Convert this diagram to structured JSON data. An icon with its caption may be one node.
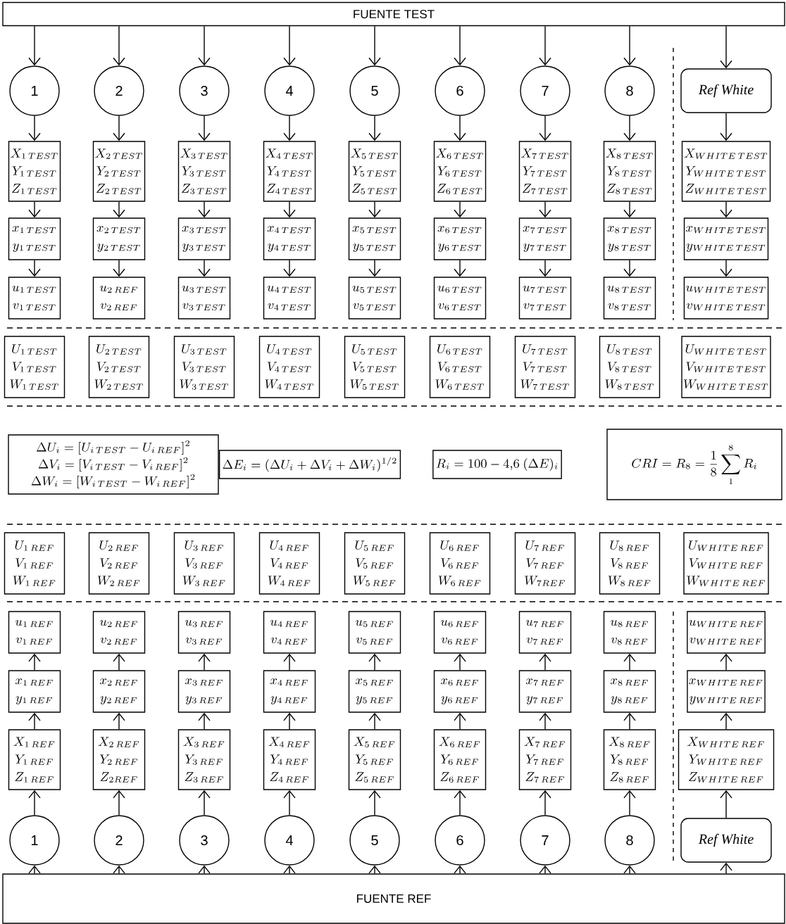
{
  "diagram": {
    "nodes": [
      {
        "text": [
          "FUENTE TEST"
        ]
      },
      {
        "text": [
          "1"
        ]
      },
      {
        "text": [
          "2"
        ]
      },
      {
        "text": [
          "3"
        ]
      },
      {
        "text": [
          "4"
        ]
      },
      {
        "text": [
          "5"
        ]
      },
      {
        "text": [
          "6"
        ]
      },
      {
        "text": [
          "7"
        ]
      },
      {
        "text": [
          "8"
        ]
      },
      {
        "text": [
          "Ref White"
        ]
      },
      {
        "text": [
          "X_{1\\,TEST}",
          "Y_{1\\,TEST}",
          "Z_{1\\,TEST}"
        ]
      },
      {
        "text": [
          "X_{2\\,TEST}",
          "Y_{2\\,TEST}",
          "Z_{2\\,TEST}"
        ]
      },
      {
        "text": [
          "X_{3\\,TEST}",
          "Y_{3\\,TEST}",
          "Z_{3\\,TEST}"
        ]
      },
      {
        "text": [
          "X_{4\\,TEST}",
          "Y_{4\\,TEST}",
          "Z_{4\\,TEST}"
        ]
      },
      {
        "text": [
          "X_{5\\,TEST}",
          "Y_{5\\,TEST}",
          "Z_{5\\,TEST}"
        ]
      },
      {
        "text": [
          "X_{6\\,TEST}",
          "Y_{6\\,TEST}",
          "Z_{6\\,TEST}"
        ]
      },
      {
        "text": [
          "X_{7\\,TEST}",
          "Y_{7\\,TEST}",
          "Z_{7\\,TEST}"
        ]
      },
      {
        "text": [
          "X_{8\\,TEST}",
          "Y_{8\\,TEST}",
          "Z_{8\\,TEST}"
        ]
      },
      {
        "text": [
          "X_{WHITE\\,TEST}",
          "Y_{WHITE\\,TEST}",
          "Z_{WHITE\\,TEST}"
        ]
      },
      {
        "text": [
          "x_{1\\,TEST}",
          "y_{1\\,TEST}"
        ]
      },
      {
        "text": [
          "x_{2\\,TEST}",
          "y_{2\\,TEST}"
        ]
      },
      {
        "text": [
          "x_{3\\,TEST}",
          "y_{3\\,TEST}"
        ]
      },
      {
        "text": [
          "x_{4\\,TEST}",
          "y_{4\\,TEST}"
        ]
      },
      {
        "text": [
          "x_{5\\,TEST}",
          "y_{5\\,TEST}"
        ]
      },
      {
        "text": [
          "x_{6\\,TEST}",
          "y_{6\\,TEST}"
        ]
      },
      {
        "text": [
          "x_{7\\,TEST}",
          "y_{7\\,TEST}"
        ]
      },
      {
        "text": [
          "x_{8\\,TEST}",
          "y_{8\\,TEST}"
        ]
      },
      {
        "text": [
          "x_{WHITE\\,TEST}",
          "y_{WHITE\\,TEST}"
        ]
      },
      {
        "text": [
          "u_{1\\,TEST}",
          "v_{1\\,TEST}"
        ]
      },
      {
        "text": [
          "u_{2\\,REF}",
          "v_{2\\,REF}"
        ]
      },
      {
        "text": [
          "u_{3\\,TEST}",
          "v_{3\\,TEST}"
        ]
      },
      {
        "text": [
          "u_{4\\,TEST}",
          "v_{4\\,TEST}"
        ]
      },
      {
        "text": [
          "u_{5\\,TEST}",
          "v_{5\\,TEST}"
        ]
      },
      {
        "text": [
          "u_{6\\,TEST}",
          "v_{6\\,TEST}"
        ]
      },
      {
        "text": [
          "u_{7\\,TEST}",
          "v_{7\\,TEST}"
        ]
      },
      {
        "text": [
          "u_{8\\,TEST}",
          "v_{8\\,TEST}"
        ]
      },
      {
        "text": [
          "u_{WHITE\\,TEST}",
          "v_{WHITE\\,TEST}"
        ]
      },
      {
        "text": [
          "U_{1\\,TEST}",
          "V_{1\\,TEST}",
          "W_{1\\,TEST}"
        ]
      },
      {
        "text": [
          "U_{2\\,TEST}",
          "V_{2\\,TEST}",
          "W_{2\\,TEST}"
        ]
      },
      {
        "text": [
          "U_{3\\,TEST}",
          "V_{3\\,TEST}",
          "W_{3\\,TEST}"
        ]
      },
      {
        "text": [
          "U_{4\\,TEST}",
          "V_{4\\,TEST}",
          "W_{4\\,TEST}"
        ]
      },
      {
        "text": [
          "U_{5\\,TEST}",
          "V_{5\\,TEST}",
          "W_{5\\,TEST}"
        ]
      },
      {
        "text": [
          "U_{6\\,TEST}",
          "V_{6\\,TEST}",
          "W_{6\\,TEST}"
        ]
      },
      {
        "text": [
          "U_{7\\,TEST}",
          "V_{7\\,TEST}",
          "W_{7\\,TEST}"
        ]
      },
      {
        "text": [
          "U_{8\\,TEST}",
          "V_{8\\,TEST}",
          "W_{8\\,TEST}"
        ]
      },
      {
        "text": [
          "U_{WHITE\\,TEST}",
          "V_{WHITE\\,TEST}",
          "W_{WHITE\\,TEST}"
        ]
      },
      {
        "text": [
          "\\Delta U_i = [U_{i\\,TEST} - U_{i\\,REF}]^2",
          "\\Delta V_i = [V_{i\\,TEST} - V_{i\\,REF}]^2",
          "\\Delta W_i = [W_{i\\,TEST} - W_{i\\,REF}]^2"
        ]
      },
      {
        "text": [
          "\\Delta E_i = (\\Delta U_i + \\Delta V_i + \\Delta W_i)^{1/2}"
        ]
      },
      {
        "text": [
          "R_i = 100 - 4{,}6\\ (\\Delta E)_i"
        ]
      },
      {
        "text": [
          "CRI = R_8 = \\frac{1}{8}\\sum_{1}^{8} R_i"
        ]
      },
      {
        "text": [
          "U_{1\\,REF}",
          "V_{1\\,REF}",
          "W_{1\\,REF}"
        ]
      },
      {
        "text": [
          "U_{2\\,REF}",
          "V_{2\\,REF}",
          "W_{2\\,REF}"
        ]
      },
      {
        "text": [
          "U_{3\\,REF}",
          "V_{3\\,REF}",
          "W_{3\\,REF}"
        ]
      },
      {
        "text": [
          "U_{4\\,REF}",
          "V_{4\\,REF}",
          "W_{4\\,REF}"
        ]
      },
      {
        "text": [
          "U_{5\\,REF}",
          "V_{5\\,REF}",
          "W_{5\\,REF}"
        ]
      },
      {
        "text": [
          "U_{6\\,REF}",
          "V_{6\\,REF}",
          "W_{6\\,REF}"
        ]
      },
      {
        "text": [
          "U_{7\\,REF}",
          "V_{7\\,REF}",
          "W_{7REF}"
        ]
      },
      {
        "text": [
          "U_{8\\,REF}",
          "V_{8\\,REF}",
          "W_{8\\,REF}"
        ]
      },
      {
        "text": [
          "U_{WHITE\\,REF}",
          "V_{WHITE\\,REF}",
          "W_{WHITE\\,REF}"
        ]
      },
      {
        "text": [
          "u_{1\\,REF}",
          "v_{1\\,REF}"
        ]
      },
      {
        "text": [
          "u_{2\\,REF}",
          "v_{2\\,REF}"
        ]
      },
      {
        "text": [
          "u_{3\\,REF}",
          "v_{3\\,REF}"
        ]
      },
      {
        "text": [
          "u_{4\\,REF}",
          "v_{4\\,REF}"
        ]
      },
      {
        "text": [
          "u_{5\\,REF}",
          "v_{5\\,REF}"
        ]
      },
      {
        "text": [
          "u_{6\\,REF}",
          "v_{6\\,REF}"
        ]
      },
      {
        "text": [
          "u_{7\\,REF}",
          "v_{7\\,REF}"
        ]
      },
      {
        "text": [
          "u_{8\\,REF}",
          "v_{8\\,REF}"
        ]
      },
      {
        "text": [
          "u_{WHITE\\,REF}",
          "v_{WHITE\\,REF}"
        ]
      },
      {
        "text": [
          "x_{1\\,REF}",
          "y_{1\\,REF}"
        ]
      },
      {
        "text": [
          "x_{2\\,REF}",
          "y_{2\\,REF}"
        ]
      },
      {
        "text": [
          "x_{3\\,REF}",
          "y_{3\\,REF}"
        ]
      },
      {
        "text": [
          "x_{4\\,REF}",
          "y_{4\\,REF}"
        ]
      },
      {
        "text": [
          "x_{5\\,REF}",
          "y_{5\\,REF}"
        ]
      },
      {
        "text": [
          "x_{6\\,REF}",
          "y_{6\\,REF}"
        ]
      },
      {
        "text": [
          "x_{7\\,REF}",
          "y_{7\\,REF}"
        ]
      },
      {
        "text": [
          "x_{8\\,REF}",
          "y_{8\\,REF}"
        ]
      },
      {
        "text": [
          "x_{WHITE\\,REF}",
          "y_{WHITE\\,REF}"
        ]
      },
      {
        "text": [
          "X_{1\\,REF}",
          "Y_{1\\,REF}",
          "Z_{1\\,REF}"
        ]
      },
      {
        "text": [
          "X_{2\\,REF}",
          "Y_{2\\,REF}",
          "Z_{2REF}"
        ]
      },
      {
        "text": [
          "X_{3\\,REF}",
          "Y_{3\\,REF}",
          "Z_{3\\,REF}"
        ]
      },
      {
        "text": [
          "X_{4\\,REF}",
          "Y_{4\\,REF}",
          "Z_{4\\,REF}"
        ]
      },
      {
        "text": [
          "X_{5\\,REF}",
          "Y_{5\\,REF}",
          "Z_{5\\,REF}"
        ]
      },
      {
        "text": [
          "X_{6\\,REF}",
          "Y_{6\\,REF}",
          "Z_{6\\,REF}"
        ]
      },
      {
        "text": [
          "X_{7\\,REF}",
          "Y_{7\\,REF}",
          "Z_{7\\,REF}"
        ]
      },
      {
        "text": [
          "X_{8\\,REF}",
          "Y_{8\\,REF}",
          "Z_{8\\,REF}"
        ]
      },
      {
        "text": [
          "X_{WHITE\\,REF}",
          "Y_{WHITE\\,REF}",
          "Z_{WHITE\\,REF}"
        ]
      },
      {
        "text": [
          "1"
        ]
      },
      {
        "text": [
          "2"
        ]
      },
      {
        "text": [
          "3"
        ]
      },
      {
        "text": [
          "4"
        ]
      },
      {
        "text": [
          "5"
        ]
      },
      {
        "text": [
          "6"
        ]
      },
      {
        "text": [
          "7"
        ]
      },
      {
        "text": [
          "8"
        ]
      },
      {
        "text": [
          "Ref White"
        ]
      },
      {
        "text": [
          "FUENTE REF"
        ]
      }
    ],
    "edges": [
      {
        "from": 0,
        "to": 1,
        "arrow": "to"
      },
      {
        "from": 0,
        "to": 2,
        "arrow": "to"
      },
      {
        "from": 0,
        "to": 3,
        "arrow": "to"
      },
      {
        "from": 0,
        "to": 4,
        "arrow": "to"
      },
      {
        "from": 0,
        "to": 5,
        "arrow": "to"
      },
      {
        "from": 0,
        "to": 6,
        "arrow": "to"
      },
      {
        "from": 0,
        "to": 7,
        "arrow": "to"
      },
      {
        "from": 0,
        "to": 8,
        "arrow": "to"
      },
      {
        "from": 0,
        "to": 9,
        "arrow": "to"
      },
      {
        "from": 1,
        "to": 10,
        "arrow": "to"
      },
      {
        "from": 2,
        "to": 11,
        "arrow": "to"
      },
      {
        "from": 3,
        "to": 12,
        "arrow": "to"
      },
      {
        "from": 4,
        "to": 13,
        "arrow": "to"
      },
      {
        "from": 5,
        "to": 14,
        "arrow": "to"
      },
      {
        "from": 6,
        "to": 15,
        "arrow": "to"
      },
      {
        "from": 7,
        "to": 16,
        "arrow": "to"
      },
      {
        "from": 8,
        "to": 17,
        "arrow": "to"
      },
      {
        "from": 9,
        "to": 18,
        "arrow": "to"
      },
      {
        "from": 10,
        "to": 19,
        "arrow": "to"
      },
      {
        "from": 11,
        "to": 20,
        "arrow": "to"
      },
      {
        "from": 12,
        "to": 21,
        "arrow": "to"
      },
      {
        "from": 13,
        "to": 22,
        "arrow": "to"
      },
      {
        "from": 14,
        "to": 23,
        "arrow": "to"
      },
      {
        "from": 15,
        "to": 24,
        "arrow": "to"
      },
      {
        "from": 16,
        "to": 25,
        "arrow": "to"
      },
      {
        "from": 17,
        "to": 26,
        "arrow": "to"
      },
      {
        "from": 18,
        "to": 27,
        "arrow": "to"
      },
      {
        "from": 19,
        "to": 28,
        "arrow": "to"
      },
      {
        "from": 20,
        "to": 29,
        "arrow": "to"
      },
      {
        "from": 21,
        "to": 30,
        "arrow": "to"
      },
      {
        "from": 22,
        "to": 31,
        "arrow": "to"
      },
      {
        "from": 23,
        "to": 32,
        "arrow": "to"
      },
      {
        "from": 24,
        "to": 33,
        "arrow": "to"
      },
      {
        "from": 25,
        "to": 34,
        "arrow": "to"
      },
      {
        "from": 26,
        "to": 35,
        "arrow": "to"
      },
      {
        "from": 27,
        "to": 36,
        "arrow": "to"
      },
      {
        "from": 95,
        "to": 86,
        "arrow": "to"
      },
      {
        "from": 95,
        "to": 87,
        "arrow": "to"
      },
      {
        "from": 95,
        "to": 88,
        "arrow": "to"
      },
      {
        "from": 95,
        "to": 89,
        "arrow": "to"
      },
      {
        "from": 95,
        "to": 90,
        "arrow": "to"
      },
      {
        "from": 95,
        "to": 91,
        "arrow": "to"
      },
      {
        "from": 95,
        "to": 92,
        "arrow": "to"
      },
      {
        "from": 95,
        "to": 93,
        "arrow": "to"
      },
      {
        "from": 95,
        "to": 94,
        "arrow": "to"
      },
      {
        "from": 86,
        "to": 77,
        "arrow": "to"
      },
      {
        "from": 87,
        "to": 78,
        "arrow": "to"
      },
      {
        "from": 88,
        "to": 79,
        "arrow": "to"
      },
      {
        "from": 89,
        "to": 80,
        "arrow": "to"
      },
      {
        "from": 90,
        "to": 81,
        "arrow": "to"
      },
      {
        "from": 91,
        "to": 82,
        "arrow": "to"
      },
      {
        "from": 92,
        "to": 83,
        "arrow": "to"
      },
      {
        "from": 93,
        "to": 84,
        "arrow": "to"
      },
      {
        "from": 94,
        "to": 85,
        "arrow": "to"
      },
      {
        "from": 77,
        "to": 68,
        "arrow": "to"
      },
      {
        "from": 78,
        "to": 69,
        "arrow": "to"
      },
      {
        "from": 79,
        "to": 70,
        "arrow": "to"
      },
      {
        "from": 80,
        "to": 71,
        "arrow": "to"
      },
      {
        "from": 81,
        "to": 72,
        "arrow": "to"
      },
      {
        "from": 82,
        "to": 73,
        "arrow": "to"
      },
      {
        "from": 83,
        "to": 74,
        "arrow": "to"
      },
      {
        "from": 84,
        "to": 75,
        "arrow": "to"
      },
      {
        "from": 85,
        "to": 76,
        "arrow": "to"
      },
      {
        "from": 68,
        "to": 59,
        "arrow": "to"
      },
      {
        "from": 69,
        "to": 60,
        "arrow": "to"
      },
      {
        "from": 70,
        "to": 61,
        "arrow": "to"
      },
      {
        "from": 71,
        "to": 62,
        "arrow": "to"
      },
      {
        "from": 72,
        "to": 63,
        "arrow": "to"
      },
      {
        "from": 73,
        "to": 64,
        "arrow": "to"
      },
      {
        "from": 74,
        "to": 65,
        "arrow": "to"
      },
      {
        "from": 75,
        "to": 66,
        "arrow": "to"
      },
      {
        "from": 76,
        "to": 67,
        "arrow": "to"
      }
    ]
  }
}
